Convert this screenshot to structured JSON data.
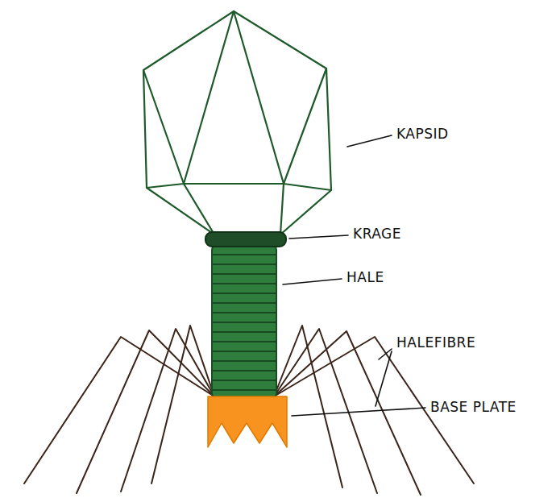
{
  "diagram": {
    "labels": [
      "KAPSID",
      "KRAGE",
      "HALE",
      "HALEFIBRE",
      "BASE PLATE"
    ]
  }
}
